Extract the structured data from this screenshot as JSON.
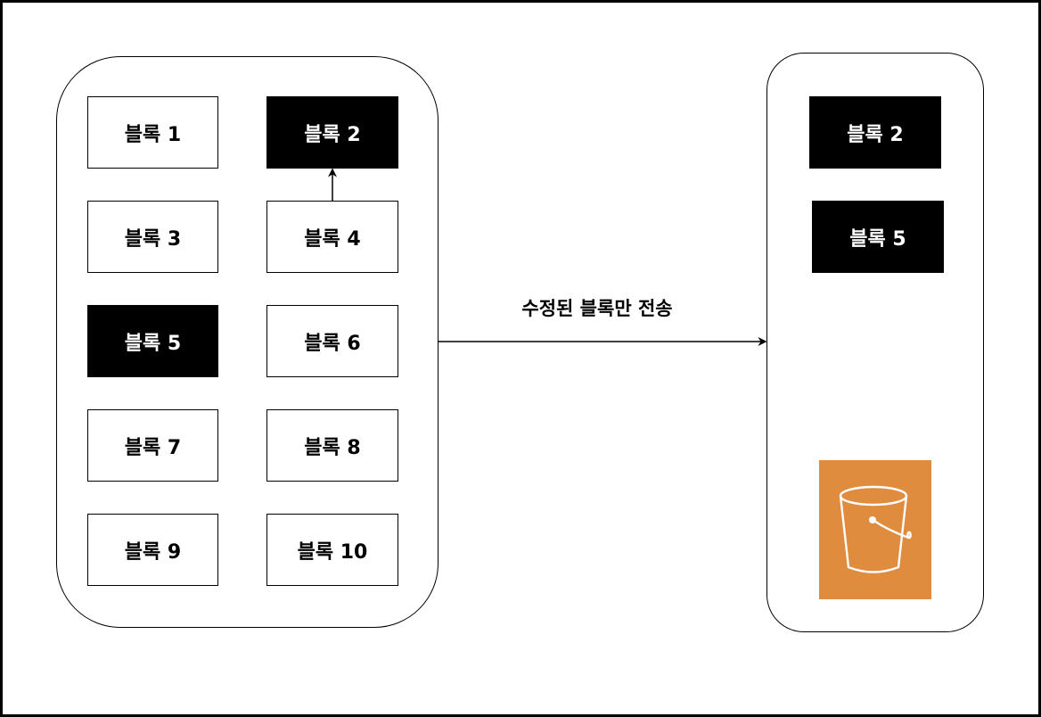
{
  "source": {
    "blocks": [
      {
        "label": "블록 1",
        "modified": false
      },
      {
        "label": "블록 2",
        "modified": true
      },
      {
        "label": "블록 3",
        "modified": false
      },
      {
        "label": "블록 4",
        "modified": false
      },
      {
        "label": "블록 5",
        "modified": true
      },
      {
        "label": "블록 6",
        "modified": false
      },
      {
        "label": "블록 7",
        "modified": false
      },
      {
        "label": "블록 8",
        "modified": false
      },
      {
        "label": "블록 9",
        "modified": false
      },
      {
        "label": "블록 10",
        "modified": false
      }
    ]
  },
  "transfer": {
    "label": "수정된 블록만 전송"
  },
  "destination": {
    "blocks": [
      {
        "label": "블록 2",
        "modified": true
      },
      {
        "label": "블록 5",
        "modified": true
      }
    ],
    "storage_icon": "s3-bucket-icon"
  },
  "colors": {
    "modified_fill": "#000000",
    "unmodified_fill": "#ffffff",
    "bucket_bg": "#e08c3f"
  }
}
